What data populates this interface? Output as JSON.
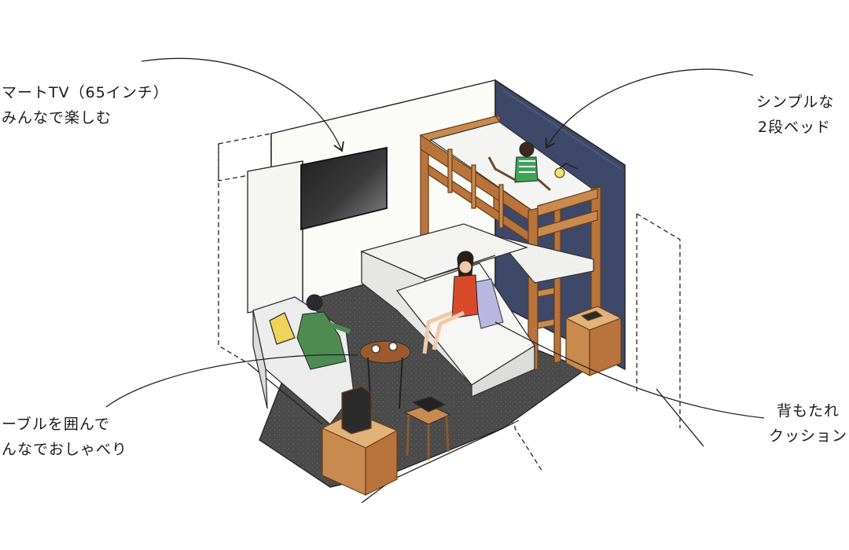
{
  "annotations": {
    "tv": {
      "line1": "マートTV（65インチ）",
      "line2": "みんなで楽しむ"
    },
    "bunk": {
      "line1": "シンプルな",
      "line2": "2段ベッド"
    },
    "table": {
      "line1": "ーブルを囲んで",
      "line2": "んなでおしゃべり"
    },
    "cushion": {
      "line1": "背もたれ",
      "line2": "クッション"
    }
  },
  "colors": {
    "floor": "#4a4a4a",
    "accent_wall": "#3e4868",
    "wood": "#b8743c",
    "sofa": "#e9e9e9"
  }
}
